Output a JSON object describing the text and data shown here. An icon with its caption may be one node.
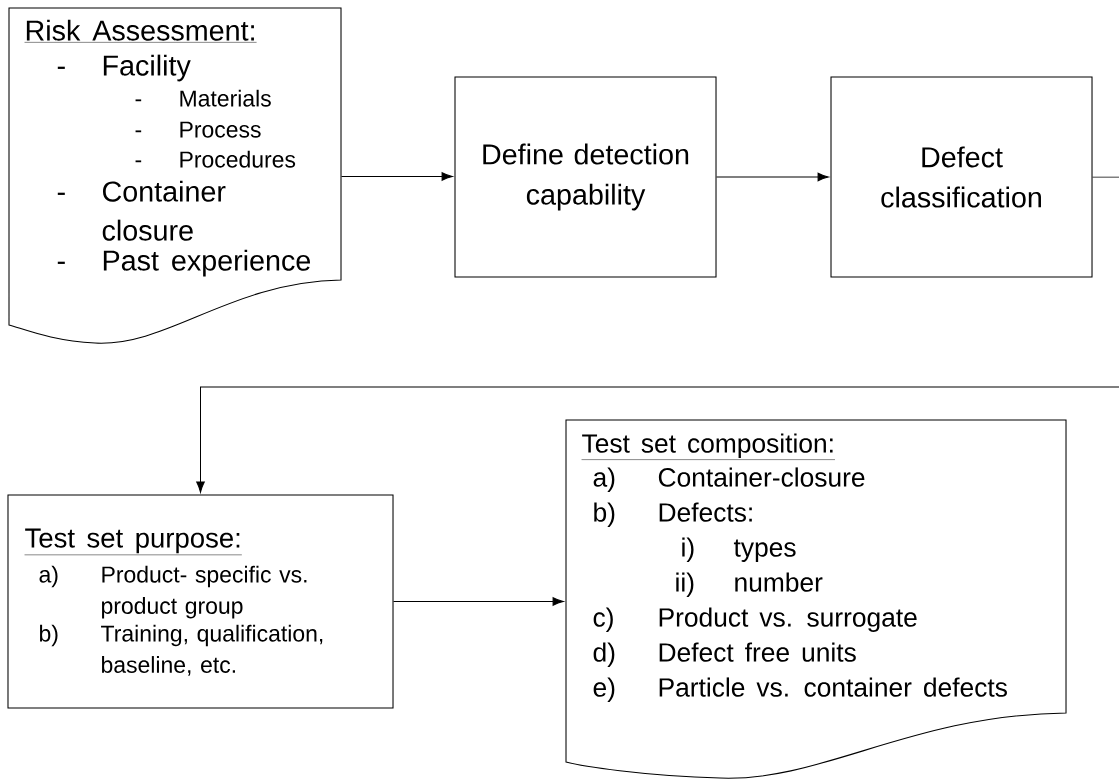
{
  "diagram": {
    "nodes": [
      {
        "text": [
          "Risk Assessment:",
          "-",
          "Facility",
          "-",
          "Materials",
          "-",
          "Process",
          "-",
          "Procedures",
          "-",
          "Container closure",
          "-",
          "Past experience"
        ]
      },
      {
        "text": [
          "Define detection capability"
        ]
      },
      {
        "text": [
          "Defect classification"
        ]
      },
      {
        "text": [
          "Test set purpose:",
          "a)",
          "Product- specific vs. product group",
          "b)",
          "Training, qualification, baseline, etc."
        ]
      },
      {
        "text": [
          "Test set composition:",
          "a)",
          "Container-closure",
          "b)",
          "Defects:",
          "i)",
          "types",
          "ii)",
          "number",
          "c)",
          "Product vs. surrogate",
          "d)",
          "Defect free units",
          "e)",
          "Particle vs. container defects"
        ]
      }
    ],
    "edges": [
      {
        "from": 0,
        "to": 1,
        "arrow": "to"
      },
      {
        "from": 1,
        "to": 2,
        "arrow": "to"
      },
      {
        "from": 2,
        "to": 3,
        "arrow": "to"
      },
      {
        "from": 3,
        "to": 4,
        "arrow": "to"
      }
    ]
  }
}
